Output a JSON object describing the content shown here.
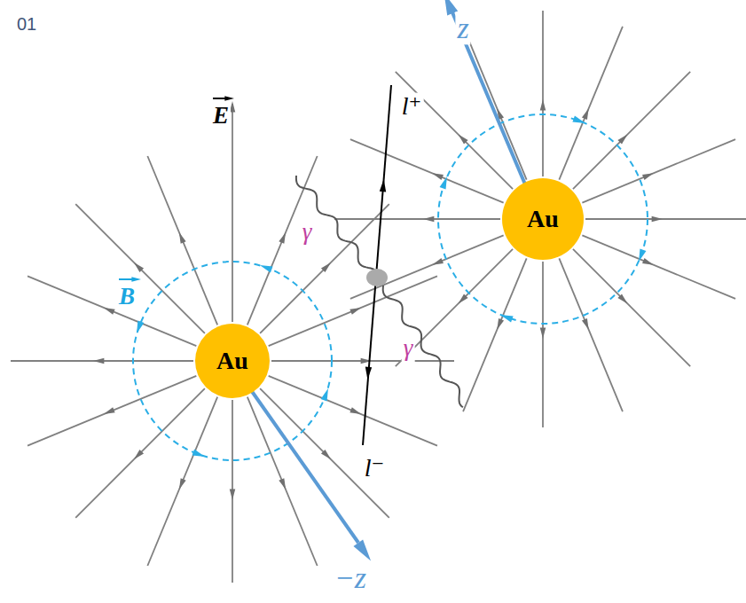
{
  "diagram": {
    "nodes": [
      {
        "text": [
          "Au"
        ]
      },
      {
        "text": [
          "Au"
        ]
      }
    ],
    "labels": [
      "01",
      "E",
      "B",
      "γ",
      "γ",
      "l⁺",
      "l⁻",
      "z",
      "−z"
    ]
  }
}
